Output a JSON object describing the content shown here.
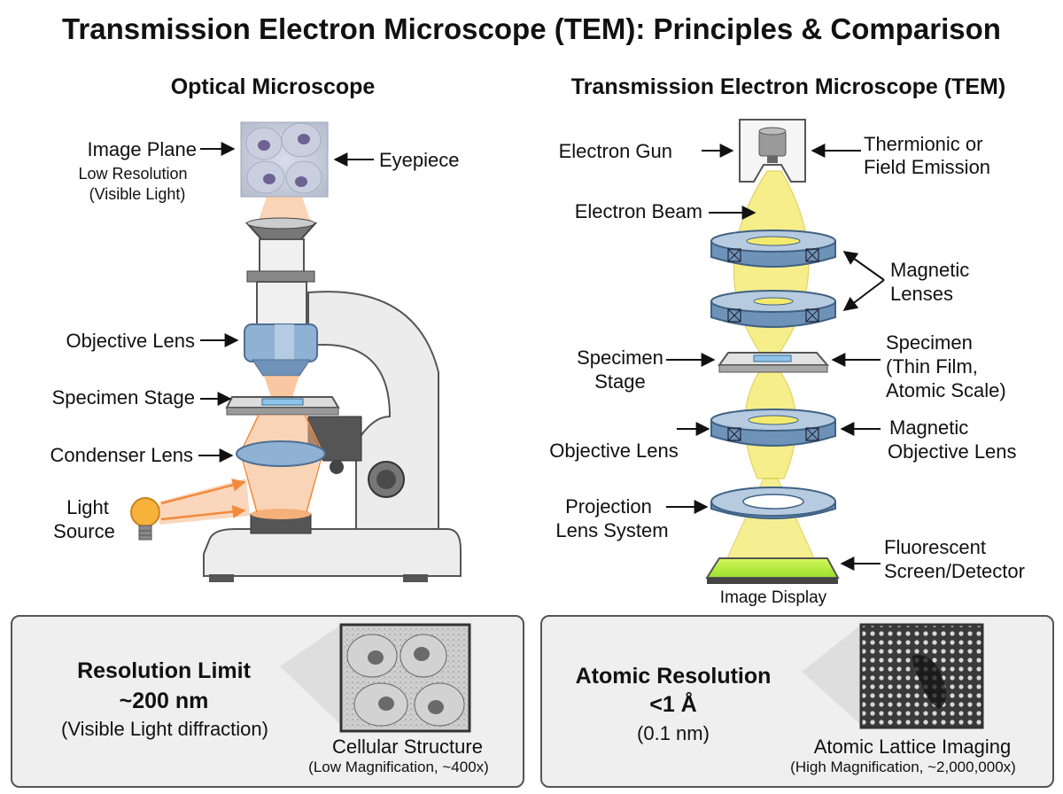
{
  "title": "Transmission Electron Microscope (TEM): Principles & Comparison",
  "optical": {
    "heading": "Optical Microscope",
    "labels": {
      "image_plane": "Image Plane",
      "low_resolution": "Low Resolution",
      "visible_light": "(Visible Light)",
      "eyepiece": "Eyepiece",
      "objective_lens": "Objective Lens",
      "specimen_stage": "Specimen Stage",
      "condenser_lens": "Condenser Lens",
      "light": "Light",
      "source": "Source"
    },
    "panel": {
      "title_line1": "Resolution Limit",
      "title_line2": "~200 nm",
      "subtitle": "(Visible Light diffraction)",
      "caption": "Cellular Structure",
      "caption2": "(Low Magnification, ~400x)"
    }
  },
  "tem": {
    "heading": "Transmission Electron Microscope (TEM)",
    "labels": {
      "electron_gun": "Electron Gun",
      "thermionic": "Thermionic or",
      "field_emission": "Field Emission",
      "electron_beam": "Electron Beam",
      "magnetic": "Magnetic",
      "lenses": "Lenses",
      "specimen_left1": "Specimen",
      "specimen_left2": "Stage",
      "specimen_r1": "Specimen",
      "specimen_r2": "(Thin Film,",
      "specimen_r3": "Atomic Scale)",
      "objective_lens": "Objective Lens",
      "mag_obj1": "Magnetic",
      "mag_obj2": "Objective Lens",
      "projection1": "Projection",
      "projection2": "Lens System",
      "fluor1": "Fluorescent",
      "fluor2": "Screen/Detector",
      "image_display": "Image Display"
    },
    "panel": {
      "title_line1": "Atomic Resolution",
      "title_line2": "<1 Å",
      "subtitle": "(0.1 nm)",
      "caption": "Atomic Lattice Imaging",
      "caption2": "(High Magnification, ~2,000,000x)"
    }
  },
  "colors": {
    "beam_yellow": "#f4ea6e",
    "light_orange": "#f6b07a",
    "lens_blue": "#8fb1d3",
    "screen_green": "#b6f23a",
    "body_gray": "#e9e9e9"
  }
}
